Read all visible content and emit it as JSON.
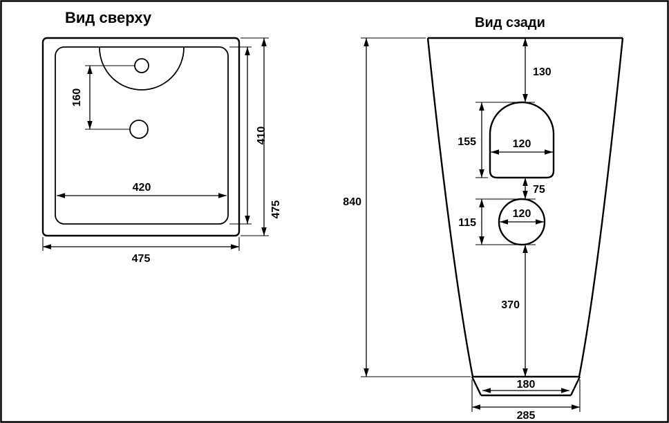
{
  "titles": {
    "top_view": "Вид сверху",
    "back_view": "Вид сзади"
  },
  "top_view": {
    "hole_spacing": "160",
    "inner_width": "420",
    "inner_depth": "410",
    "outer_depth": "475",
    "outer_width": "475"
  },
  "back_view": {
    "total_height": "840",
    "top_to_faucet_hole": "130",
    "faucet_hole_height": "155",
    "faucet_hole_width": "120",
    "hole_gap": "75",
    "drain_hole_height": "115",
    "drain_hole_width": "120",
    "drain_to_floor": "370",
    "foot_width": "180",
    "base_width": "285"
  },
  "colors": {
    "line": "#000000",
    "background": "#ffffff"
  }
}
